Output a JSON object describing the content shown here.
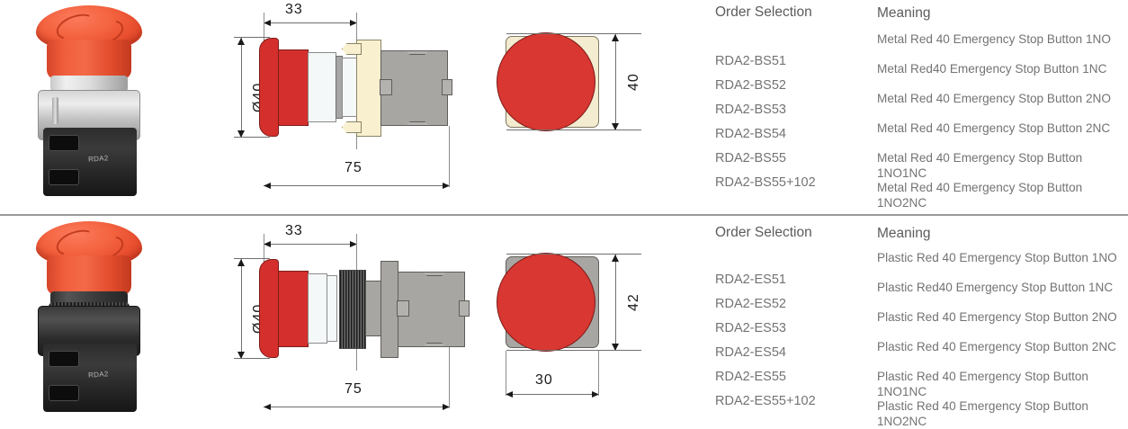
{
  "page": {
    "divider_color": "#9a9a9a",
    "accent_red": "#d42f2c"
  },
  "sections": [
    {
      "id": "metal",
      "photo": {
        "alt_name": "metal-bezel-emergency-stop-button-photo",
        "block_label": "RDA2"
      },
      "drawing": {
        "side_view": {
          "dim_depth_front": "33",
          "dim_diameter": "Ø40",
          "dim_total_length": "75"
        },
        "front_view": {
          "dim_vertical": "40",
          "dim_horizontal": ""
        }
      },
      "table": {
        "header_order": "Order Selection",
        "header_meaning": "Meaning",
        "rows": [
          {
            "order": "RDA2-BS51",
            "meaning": "Metal Red 40 Emergency Stop Button 1NO"
          },
          {
            "order": "RDA2-BS52",
            "meaning": "Metal Red40 Emergency Stop Button 1NC"
          },
          {
            "order": "RDA2-BS53",
            "meaning": "Metal Red 40 Emergency Stop Button 2NO"
          },
          {
            "order": "RDA2-BS54",
            "meaning": "Metal Red 40 Emergency Stop Button 2NC"
          },
          {
            "order": "RDA2-BS55",
            "meaning": "Metal Red 40 Emergency Stop Button 1NO1NC"
          },
          {
            "order": "RDA2-BS55+102",
            "meaning": "Metal Red 40 Emergency Stop Button 1NO2NC"
          }
        ]
      }
    },
    {
      "id": "plastic",
      "photo": {
        "alt_name": "plastic-bezel-emergency-stop-button-photo",
        "block_label": "RDA2"
      },
      "drawing": {
        "side_view": {
          "dim_depth_front": "33",
          "dim_diameter": "Ø40",
          "dim_total_length": "75"
        },
        "front_view": {
          "dim_vertical": "42",
          "dim_horizontal": "30"
        }
      },
      "table": {
        "header_order": "Order Selection",
        "header_meaning": "Meaning",
        "rows": [
          {
            "order": "RDA2-ES51",
            "meaning": "Plastic Red 40 Emergency Stop Button 1NO"
          },
          {
            "order": "RDA2-ES52",
            "meaning": "Plastic Red40 Emergency Stop Button 1NC"
          },
          {
            "order": "RDA2-ES53",
            "meaning": "Plastic Red 40 Emergency Stop Button 2NO"
          },
          {
            "order": "RDA2-ES54",
            "meaning": "Plastic Red 40 Emergency Stop Button 2NC"
          },
          {
            "order": "RDA2-ES55",
            "meaning": "Plastic Red 40 Emergency Stop Button 1NO1NC"
          },
          {
            "order": "RDA2-ES55+102",
            "meaning": "Plastic Red 40 Emergency Stop Button 1NO2NC"
          }
        ]
      }
    }
  ]
}
